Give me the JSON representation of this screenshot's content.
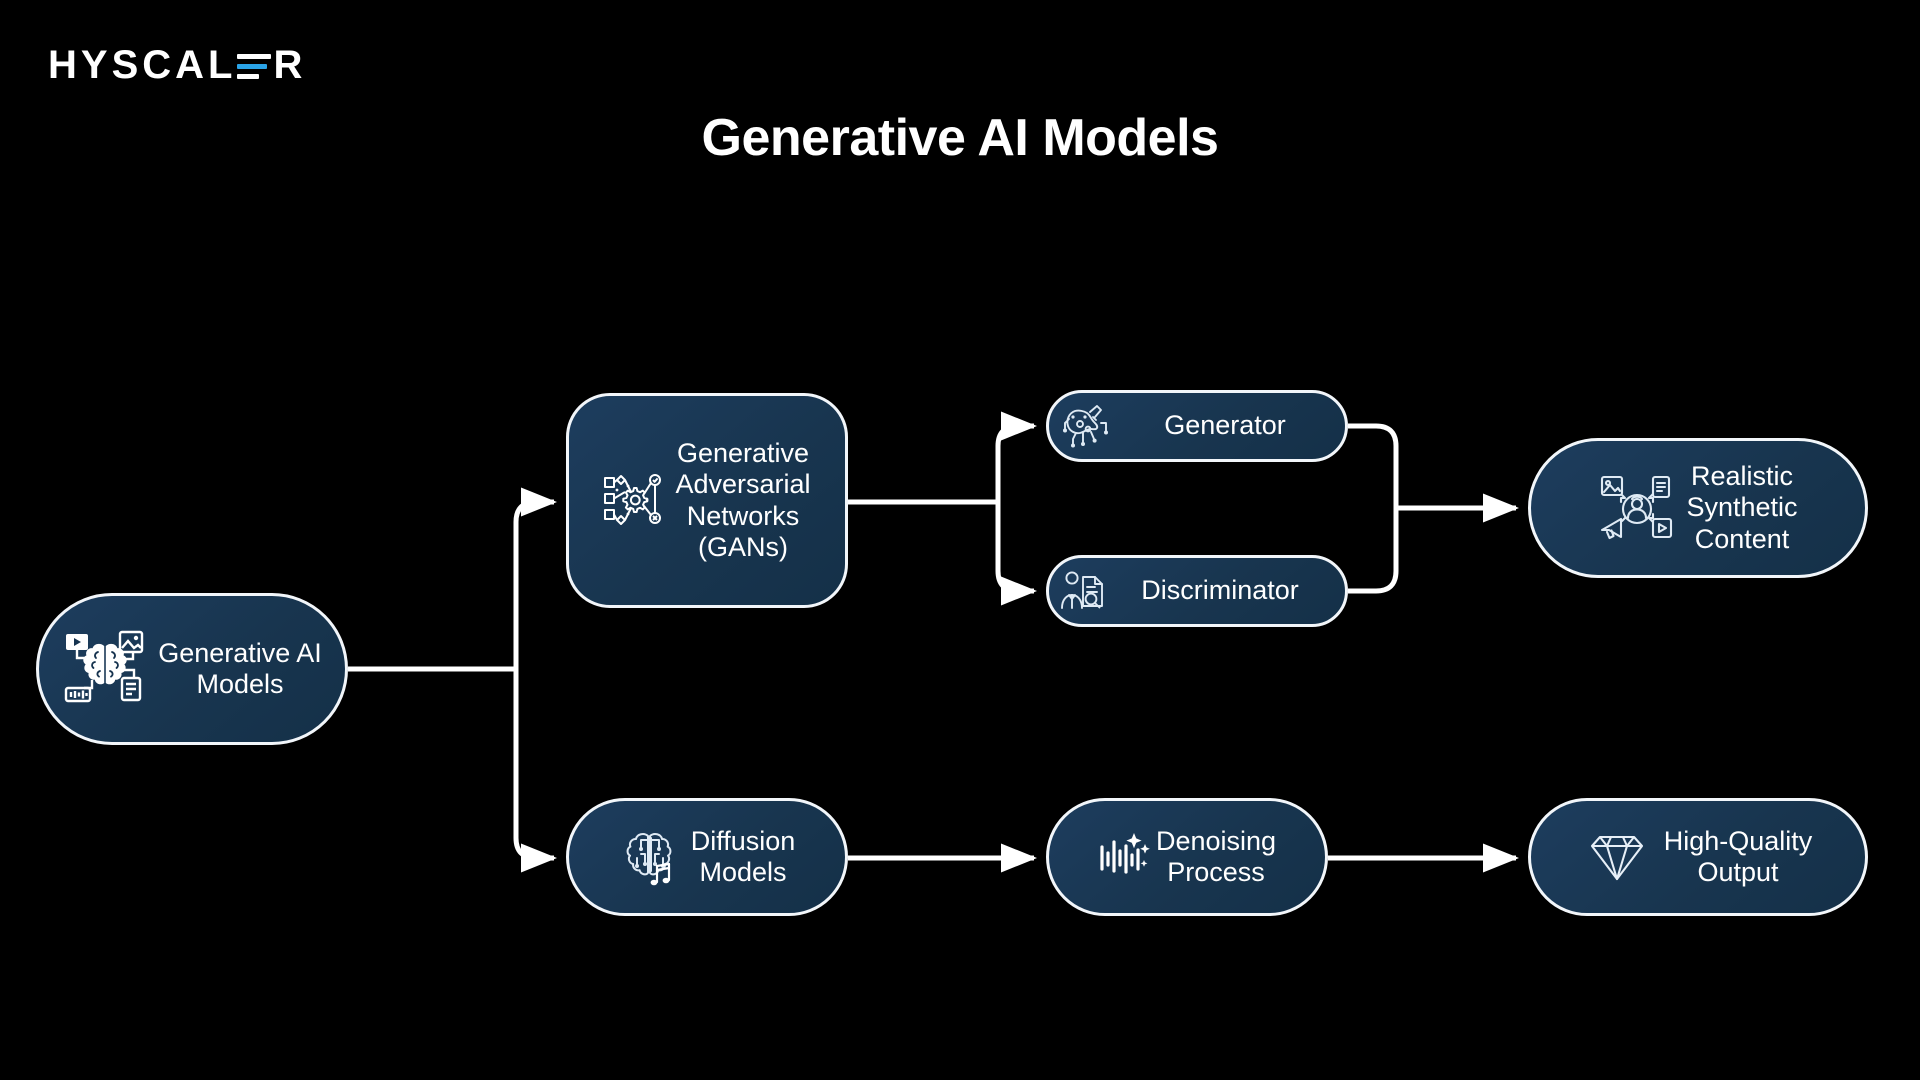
{
  "brand": {
    "name": "HYSCALER",
    "name_prefix": "HYSCAL",
    "name_suffix": "R",
    "accent_color": "#2aa4e8",
    "text_color": "#ffffff"
  },
  "header": {
    "title": "Generative AI Models"
  },
  "theme": {
    "background": "#000000",
    "node_fill": "#1b3a5c",
    "node_border": "#f2f6fa",
    "node_text": "#ffffff",
    "connector": "#ffffff"
  },
  "diagram": {
    "type": "flowchart",
    "nodes": [
      {
        "id": "root",
        "label": "Generative AI\nModels",
        "icon": "brain-media-icon",
        "shape": "pill"
      },
      {
        "id": "gan",
        "label": "Generative\nAdversarial\nNetworks\n(GANs)",
        "icon": "gear-network-icon",
        "shape": "rounded-rect"
      },
      {
        "id": "generator",
        "label": "Generator",
        "icon": "generator-node-icon",
        "shape": "pill"
      },
      {
        "id": "discriminator",
        "label": "Discriminator",
        "icon": "person-document-inspect-icon",
        "shape": "pill"
      },
      {
        "id": "realistic",
        "label": "Realistic\nSynthetic\nContent",
        "icon": "synthetic-content-icon",
        "shape": "pill"
      },
      {
        "id": "diffusion",
        "label": "Diffusion\nModels",
        "icon": "circuit-brain-music-icon",
        "shape": "pill"
      },
      {
        "id": "denoising",
        "label": "Denoising\nProcess",
        "icon": "waveform-sparkle-icon",
        "shape": "pill"
      },
      {
        "id": "output",
        "label": "High-Quality\nOutput",
        "icon": "diamond-icon",
        "shape": "pill"
      }
    ],
    "edges": [
      {
        "from": "root",
        "to": "gan"
      },
      {
        "from": "root",
        "to": "diffusion"
      },
      {
        "from": "gan",
        "to": "generator"
      },
      {
        "from": "gan",
        "to": "discriminator"
      },
      {
        "from": "generator",
        "to": "realistic"
      },
      {
        "from": "discriminator",
        "to": "realistic"
      },
      {
        "from": "diffusion",
        "to": "denoising"
      },
      {
        "from": "denoising",
        "to": "output"
      }
    ]
  }
}
